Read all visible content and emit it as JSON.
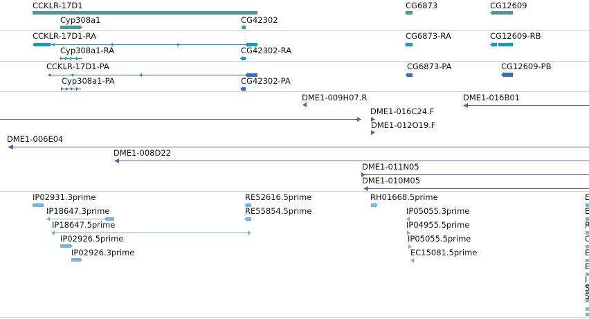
{
  "tracks": [
    {
      "name": "gene-track",
      "color": "#4a9893",
      "labels": [
        {
          "id": "cckl-gene",
          "text": "CCKLR-17D1"
        },
        {
          "id": "cyp-gene",
          "text": "Cyp308a1"
        },
        {
          "id": "cg42302-gene",
          "text": "CG42302"
        },
        {
          "id": "cg6873-gene",
          "text": "CG6873"
        },
        {
          "id": "cg12609-gene",
          "text": "CG12609"
        }
      ]
    },
    {
      "name": "transcript-ra-track",
      "color": "#1a9ab6",
      "labels": [
        {
          "id": "cckl-ra",
          "text": "CCKLR-17D1-RA"
        },
        {
          "id": "cyp-ra",
          "text": "Cyp308a1-RA"
        },
        {
          "id": "cg42302-ra",
          "text": "CG42302-RA"
        },
        {
          "id": "cg6873-ra",
          "text": "CG6873-RA"
        },
        {
          "id": "cg12609-rb",
          "text": "CG12609-RB"
        }
      ]
    },
    {
      "name": "transcript-pa-track",
      "color": "#3a6cc6",
      "labels": [
        {
          "id": "cckl-pa",
          "text": "CCKLR-17D1-PA"
        },
        {
          "id": "cyp-pa",
          "text": "Cyp308a1-PA"
        },
        {
          "id": "cg42302-pa",
          "text": "CG42302-PA"
        },
        {
          "id": "cg6873-pa",
          "text": "CG6873-PA"
        },
        {
          "id": "cg12609-pb",
          "text": "CG12609-PB"
        }
      ]
    },
    {
      "name": "bac-clone-track",
      "color": "#7357a6",
      "labels": [
        {
          "id": "dme-009h07",
          "text": "DME1-009H07.R"
        },
        {
          "id": "dme-016b01",
          "text": "DME1-016B01"
        },
        {
          "id": "dme-016c24",
          "text": "DME1-016C24.F"
        },
        {
          "id": "dme-012o19",
          "text": "DME1-012O19.F"
        },
        {
          "id": "dme-006e04",
          "text": "DME1-006E04"
        },
        {
          "id": "dme-008d22",
          "text": "DME1-008D22"
        },
        {
          "id": "dme-011n05",
          "text": "DME1-011N05"
        },
        {
          "id": "dme-010m05",
          "text": "DME1-010M05"
        }
      ]
    },
    {
      "name": "est-track",
      "color": "#7ab3d8",
      "labels": [
        {
          "id": "ip02931-3",
          "text": "IP02931.3prime"
        },
        {
          "id": "ip18647-3",
          "text": "IP18647.3prime"
        },
        {
          "id": "ip18647-5",
          "text": "IP18647.5prime"
        },
        {
          "id": "ip02926-5",
          "text": "IP02926.5prime"
        },
        {
          "id": "ip02926-3",
          "text": "IP02926.3prime"
        },
        {
          "id": "re52616-5",
          "text": "RE52616.5prime"
        },
        {
          "id": "re55854-5",
          "text": "RE55854.5prime"
        },
        {
          "id": "rh01668-5",
          "text": "RH01668.5prime"
        },
        {
          "id": "ip05055-3",
          "text": "IP05055.3prime"
        },
        {
          "id": "ip04955-5",
          "text": "IP04955.5prime"
        },
        {
          "id": "ip05055-5",
          "text": "IP05055.5prime"
        },
        {
          "id": "ec15081-5",
          "text": "EC15081.5prime"
        },
        {
          "id": "edge-e1",
          "text": "E"
        },
        {
          "id": "edge-e2",
          "text": "E"
        },
        {
          "id": "edge-r1",
          "text": "R"
        },
        {
          "id": "edge-c1",
          "text": "C"
        },
        {
          "id": "edge-e3",
          "text": "E"
        },
        {
          "id": "edge-e4",
          "text": "E"
        },
        {
          "id": "edge-b1",
          "text": "I"
        },
        {
          "id": "edge-s1",
          "text": "S"
        },
        {
          "id": "edge-s2",
          "text": "S"
        }
      ]
    }
  ]
}
